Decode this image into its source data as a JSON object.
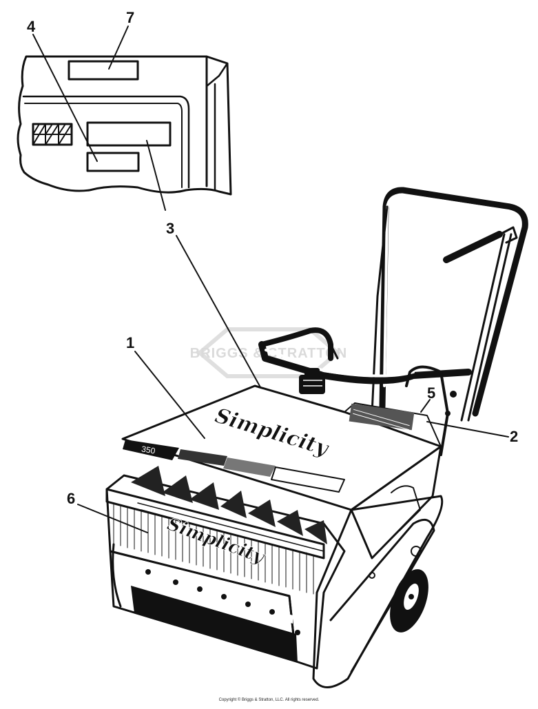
{
  "diagram": {
    "callouts": [
      "1",
      "2",
      "3",
      "4",
      "5",
      "6",
      "7"
    ],
    "model_number": "350",
    "brand_name": "Simplicity",
    "watermark": "BRIGGS & STRATTON",
    "copyright": "Copyright © Briggs & Stratton, LLC. All rights reserved."
  }
}
